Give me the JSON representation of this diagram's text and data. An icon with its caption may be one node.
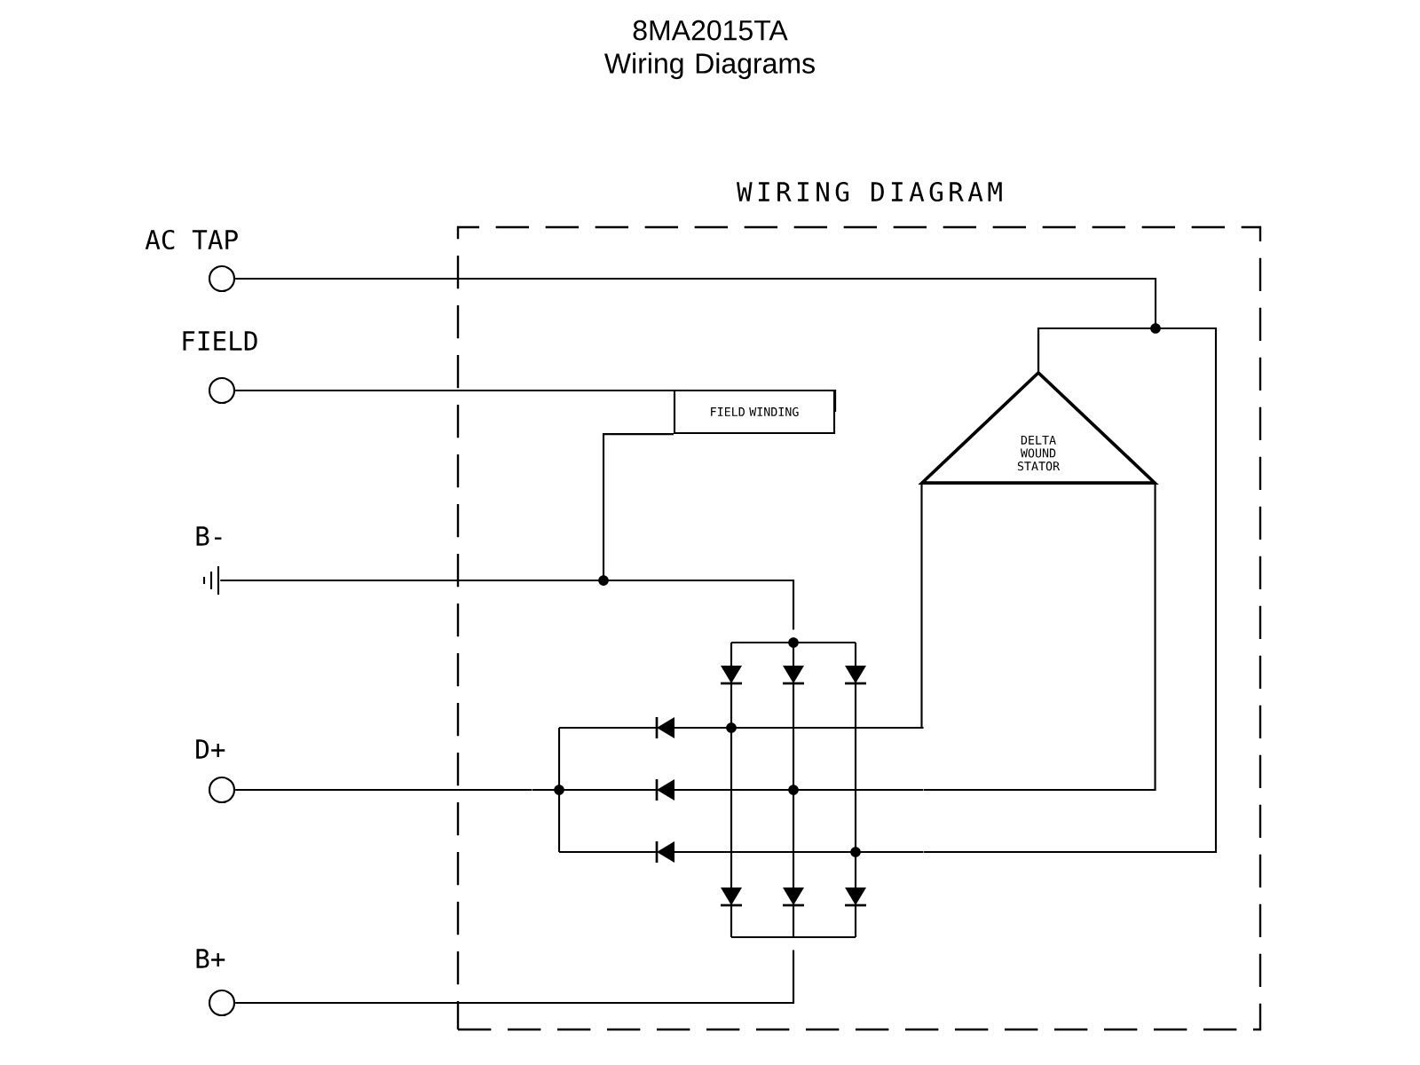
{
  "diagram": {
    "title": "8MA2015TA Wiring Diagrams",
    "nodes": [
      {
        "text": [
          "WIRING DIAGRAM"
        ]
      },
      {
        "text": [
          "AC TAP"
        ]
      },
      {
        "text": [
          "FIELD"
        ]
      },
      {
        "text": [
          "B-"
        ]
      },
      {
        "text": [
          "D+"
        ]
      },
      {
        "text": [
          "B+"
        ]
      },
      {
        "text": [
          "FIELD WINDING"
        ],
        "in": 0
      },
      {
        "text": [
          "DELTA WOUND STATOR"
        ],
        "in": 0
      },
      {
        "text": [],
        "shape": "picture",
        "in": 0
      }
    ],
    "edges": [
      {
        "from": 1,
        "to": 7,
        "arrow": "none"
      },
      {
        "from": 2,
        "to": 6,
        "arrow": "none"
      },
      {
        "from": 6,
        "to": 3,
        "arrow": "none"
      },
      {
        "from": 3,
        "to": 8,
        "arrow": "none"
      },
      {
        "from": 4,
        "to": 8,
        "arrow": "none"
      },
      {
        "from": 5,
        "to": 8,
        "arrow": "none"
      },
      {
        "from": 7,
        "to": 8,
        "arrow": "none"
      },
      {
        "from": 7,
        "to": 8,
        "arrow": "none"
      },
      {
        "from": 7,
        "to": 8,
        "arrow": "none"
      }
    ]
  }
}
